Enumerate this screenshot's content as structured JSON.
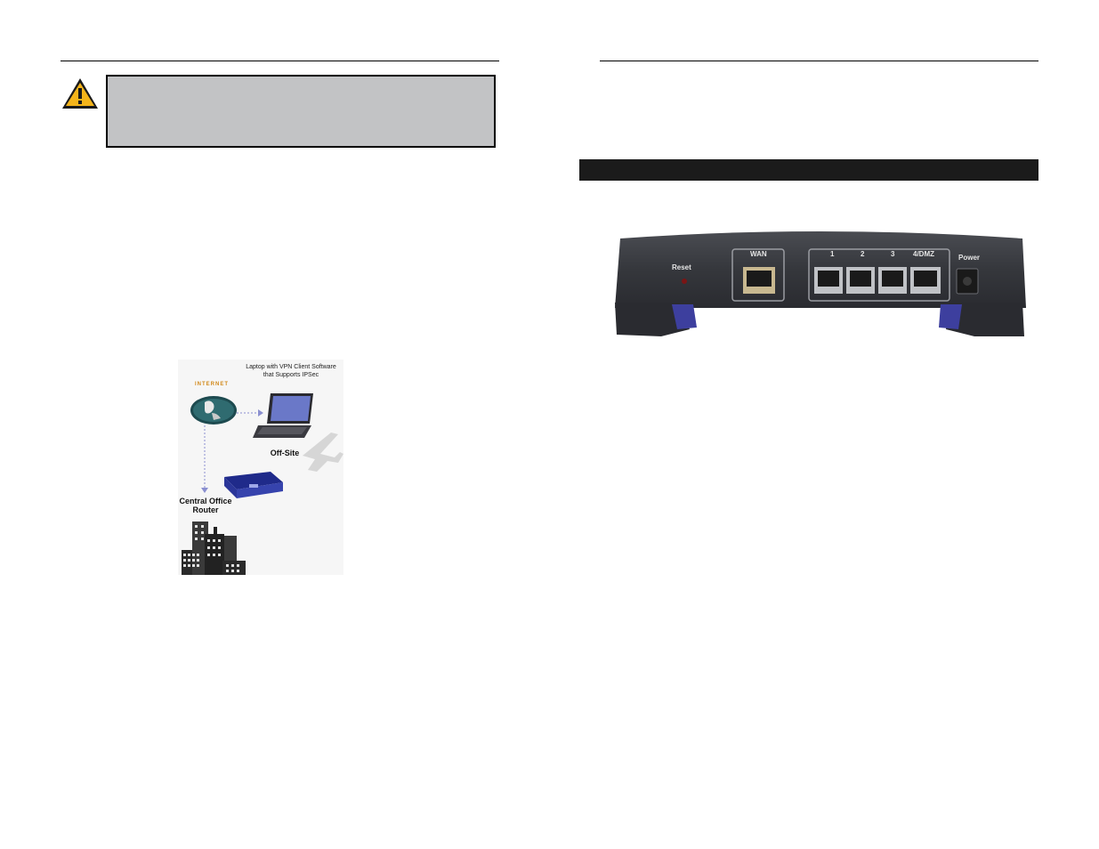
{
  "colors": {
    "warning_box": "#c2c3c5",
    "section_bar": "#1b1b1b",
    "router_body": "#3a3c42",
    "router_feet": "#3d3f9e",
    "internet_label": "#d28a1c"
  },
  "icons": {
    "warning": "warning-triangle-icon"
  },
  "vpn_diagram": {
    "laptop_caption_line1": "Laptop with VPN Client Software",
    "laptop_caption_line2": "that Supports IPSec",
    "internet_label": "INTERNET",
    "offsite_label": "Off-Site",
    "office_label_line1": "Central Office",
    "office_label_line2": "Router"
  },
  "router_panel": {
    "reset_label": "Reset",
    "wan_label": "WAN",
    "port1_label": "1",
    "port2_label": "2",
    "port3_label": "3",
    "port4_label": "4/DMZ",
    "power_label": "Power"
  }
}
